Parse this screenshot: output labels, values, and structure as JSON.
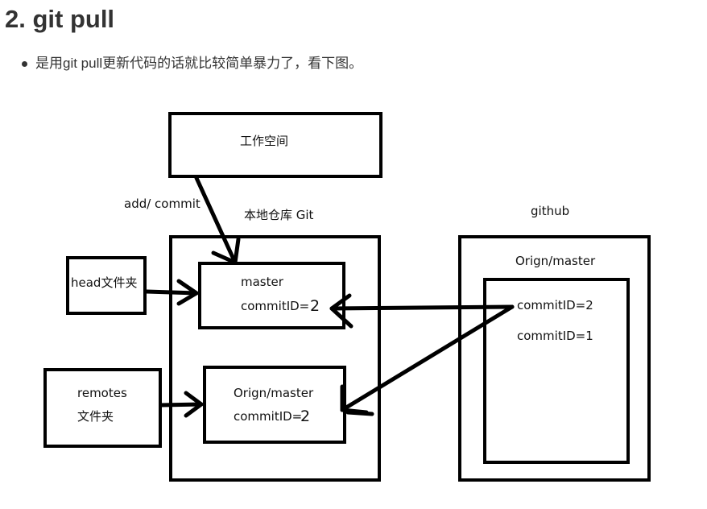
{
  "heading": "2. git pull",
  "bullet": "是用git pull更新代码的话就比较简单暴力了，看下图。",
  "diagram": {
    "workspace": "工作空间",
    "add_commit": "add/ commit",
    "local_repo": "本地仓库 Git",
    "github": "github",
    "head_folder": "head文件夹",
    "local_master": {
      "title": "master",
      "commit_label": "commitID=",
      "commit_value": "2"
    },
    "remotes_line1": "remotes",
    "remotes_line2": "文件夹",
    "local_origin": {
      "title": "Orign/master",
      "commit_label": "commitID=",
      "commit_value": "2"
    },
    "remote_origin_title": "Orign/master",
    "remote_commit_2": "commitID=2",
    "remote_commit_1": "commitID=1"
  }
}
